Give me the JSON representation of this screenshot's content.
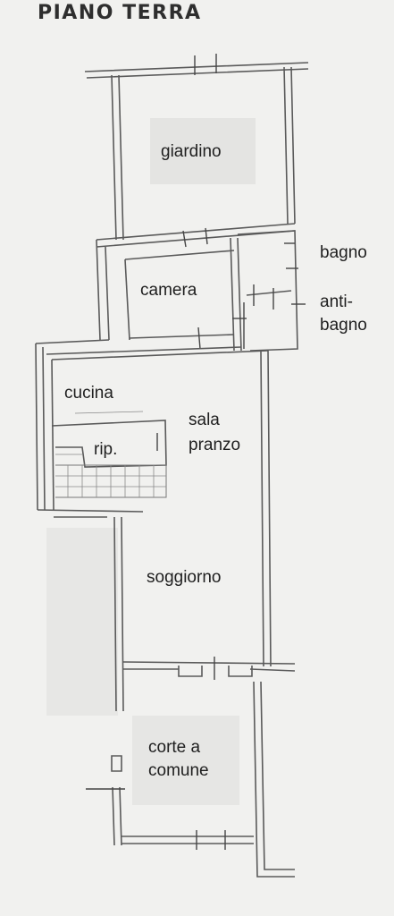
{
  "title": "PIANO TERRA",
  "rooms": {
    "giardino": "giardino",
    "camera": "camera",
    "bagno": "bagno",
    "antibagno_line1": "anti-",
    "antibagno_line2": "bagno",
    "cucina": "cucina",
    "rip": "rip.",
    "sala_line1": "sala",
    "sala_line2": "pranzo",
    "soggiorno": "soggiorno",
    "corte_line1": "corte a",
    "corte_line2": "comune"
  }
}
